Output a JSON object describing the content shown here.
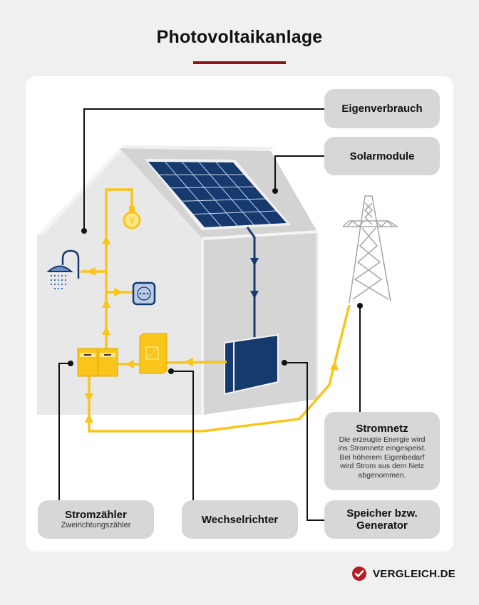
{
  "title": "Photovoltaikanlage",
  "colors": {
    "accent_red": "#8b1414",
    "energy_yellow": "#f9c51a",
    "panel_blue": "#163a6e",
    "label_gray": "#d7d7d7",
    "house_gray": "#e6e6e6"
  },
  "labels": {
    "eigenverbrauch": {
      "title": "Eigenverbrauch"
    },
    "solarmodule": {
      "title": "Solarmodule"
    },
    "stromnetz": {
      "title": "Stromnetz",
      "description": [
        "Die erzeugte Energie wird",
        "ins Stromnetz eingespeist.",
        "Bei höherem Eigenbedarf",
        "wird Strom aus dem Netz",
        "abgenommen."
      ]
    },
    "stromzaehler": {
      "title": "Stromzähler",
      "subtitle": "Zweirichtungszähler"
    },
    "wechselrichter": {
      "title": "Wechselrichter"
    },
    "speicher": {
      "title_line1": "Speicher bzw.",
      "title_line2": "Generator"
    }
  },
  "icons": [
    "light-bulb-icon",
    "shower-icon",
    "power-socket-icon",
    "electricity-meter-icon",
    "inverter-icon",
    "battery-storage-icon",
    "solar-panel-icon",
    "power-pylon-icon"
  ],
  "brand": {
    "name": "VERGLEICH.DE",
    "logo_icon": "check-circle-icon"
  }
}
